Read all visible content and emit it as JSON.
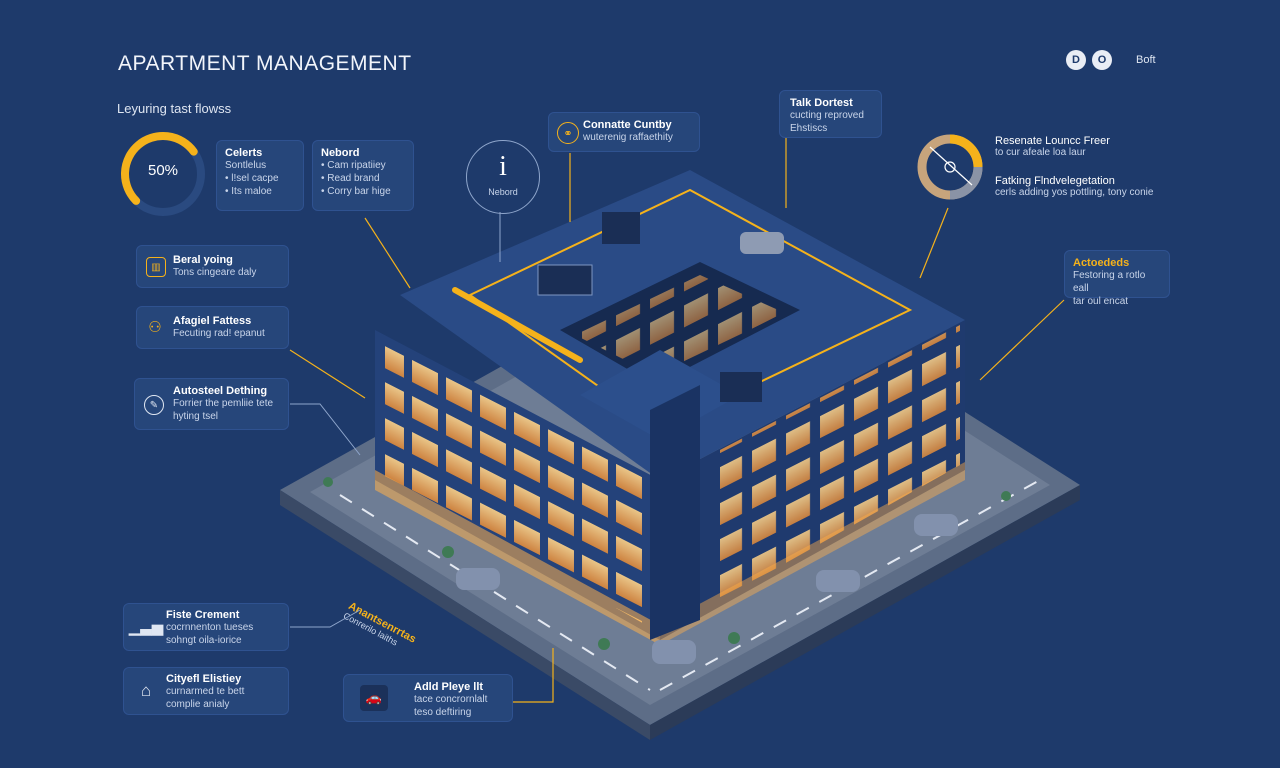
{
  "header": {
    "title": "APARTMENT MANAGEMENT",
    "subtitle": "Leyuring tast flowss",
    "top_icons": [
      "D",
      "O"
    ],
    "top_label": "Boft"
  },
  "gauge": {
    "value_label": "50%",
    "value": 0.5,
    "color": "#f5b21b"
  },
  "cards_top": [
    {
      "title": "Celerts",
      "lines": [
        "Sontlelus",
        "• l!sel cacpe",
        "• Its maloe"
      ]
    },
    {
      "title": "Nebord",
      "lines": [
        "• Cam ripatiiey",
        "• Read brand",
        "• Corry bar hige"
      ]
    }
  ],
  "info_circle": {
    "symbol": "i",
    "label": "Nebord"
  },
  "left_cards": [
    {
      "title": "Beral yoing",
      "text": "Tons cingeare daly"
    },
    {
      "title": "Afagiel Fattess",
      "text": "Fecuting rad! epanut"
    },
    {
      "title": "Autosteel Dething",
      "text": "Forrier the pemliie tete hyting tsel"
    }
  ],
  "center_top": {
    "title": "Connatte Cuntby",
    "text": "wuterenig raffaethity"
  },
  "talk_card": {
    "title": "Talk Dortest",
    "lines": [
      "cucting reproved",
      "Ehstiscs"
    ]
  },
  "right_block": {
    "title1": "Resenate Louncc Freer",
    "text1": "to cur afeale loa laur",
    "title2": "Fatking Flndvelegetation",
    "text2": "cerls adding yos pottling, tony conie"
  },
  "right_mid": {
    "title": "Actoededs",
    "lines": [
      "Festoring a rotlo eall",
      "tar oul encat"
    ]
  },
  "bottom_left": [
    {
      "title": "Fiste Crement",
      "lines": [
        "cocrnnenton tueses",
        "sohngt oila-iorice"
      ]
    },
    {
      "title": "Cityefl Elistiey",
      "lines": [
        "curnarmed te bett",
        "complie anialy"
      ]
    }
  ],
  "bottom_mid_label": {
    "title": "Anantsenrrtas",
    "sub": "Conrerilo laiths"
  },
  "bottom_center": {
    "title": "Adld Pleye llt",
    "lines": [
      "tace concrornlalt",
      "teso deftiring"
    ]
  }
}
